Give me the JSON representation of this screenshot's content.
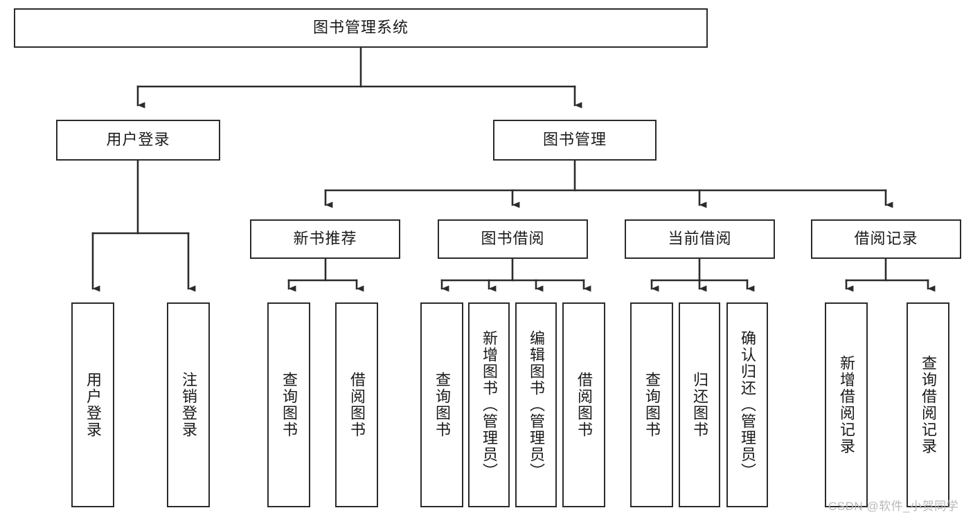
{
  "diagram": {
    "type": "tree-hierarchy-chart",
    "title": "图书管理系统",
    "root": {
      "id": "root",
      "label": "图书管理系统",
      "orientation": "horizontal"
    },
    "level2": [
      {
        "id": "user-login",
        "label": "用户登录",
        "orientation": "horizontal"
      },
      {
        "id": "book-management",
        "label": "图书管理",
        "orientation": "horizontal"
      }
    ],
    "level3": [
      {
        "id": "new-book-recommend",
        "label": "新书推荐",
        "orientation": "horizontal",
        "parent": "book-management"
      },
      {
        "id": "book-borrow",
        "label": "图书借阅",
        "orientation": "horizontal",
        "parent": "book-management"
      },
      {
        "id": "current-borrow",
        "label": "当前借阅",
        "orientation": "horizontal",
        "parent": "book-management"
      },
      {
        "id": "borrow-record",
        "label": "借阅记录",
        "orientation": "horizontal",
        "parent": "book-management"
      }
    ],
    "leaves": [
      {
        "id": "leaf-user-login",
        "label": "用户登录",
        "orientation": "vertical",
        "parent": "user-login"
      },
      {
        "id": "leaf-user-logout",
        "label": "注销登录",
        "orientation": "vertical",
        "parent": "user-login"
      },
      {
        "id": "leaf-query-book-1",
        "label": "查询图书",
        "orientation": "vertical",
        "parent": "new-book-recommend"
      },
      {
        "id": "leaf-borrow-book-1",
        "label": "借阅图书",
        "orientation": "vertical",
        "parent": "new-book-recommend"
      },
      {
        "id": "leaf-query-book-2",
        "label": "查询图书",
        "orientation": "vertical",
        "parent": "book-borrow"
      },
      {
        "id": "leaf-add-book",
        "label": "新增图书（管理员）",
        "orientation": "vertical",
        "parent": "book-borrow"
      },
      {
        "id": "leaf-edit-book",
        "label": "编辑图书（管理员）",
        "orientation": "vertical",
        "parent": "book-borrow"
      },
      {
        "id": "leaf-borrow-book-2",
        "label": "借阅图书",
        "orientation": "vertical",
        "parent": "book-borrow"
      },
      {
        "id": "leaf-query-book-3",
        "label": "查询图书",
        "orientation": "vertical",
        "parent": "current-borrow"
      },
      {
        "id": "leaf-return-book",
        "label": "归还图书",
        "orientation": "vertical",
        "parent": "current-borrow"
      },
      {
        "id": "leaf-confirm-return",
        "label": "确认归还（管理员）",
        "orientation": "vertical",
        "parent": "current-borrow"
      },
      {
        "id": "leaf-add-record",
        "label": "新增借阅记录",
        "orientation": "vertical",
        "parent": "borrow-record"
      },
      {
        "id": "leaf-query-record",
        "label": "查询借阅记录",
        "orientation": "vertical",
        "parent": "borrow-record"
      }
    ],
    "watermark": "CSDN @软件_小贺同学",
    "colors": {
      "stroke": "#2b2b2b",
      "box_fill": "#ffffff",
      "text": "#1a1a1a",
      "watermark": "#b9b9b9",
      "background": "#ffffff"
    }
  }
}
